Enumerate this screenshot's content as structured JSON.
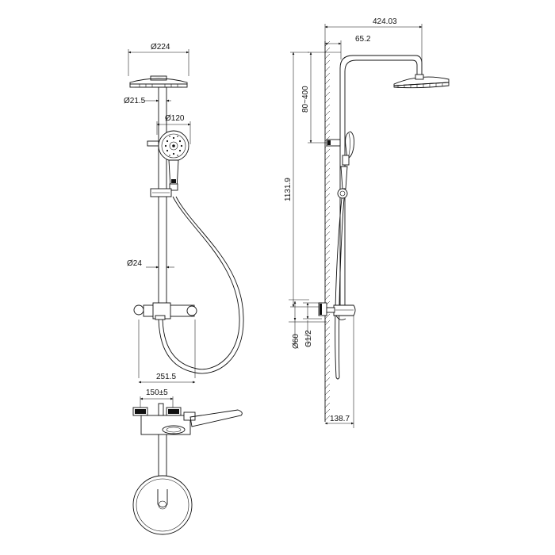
{
  "dimensions": {
    "head_diameter": "Ø224",
    "arm_diameter": "Ø21.5",
    "hand_shower_diameter": "Ø120",
    "rail_diameter": "Ø24",
    "mixer_width": "251.5",
    "inlet_spacing": "150±5",
    "total_projection": "424.03",
    "wall_offset": "65.2",
    "adjust_range": "80~400",
    "total_height": "1131.9",
    "escutcheon_diameter": "Ø60",
    "thread": "G1/2",
    "base_projection": "138.7"
  },
  "colors": {
    "line": "#111111",
    "background": "#ffffff"
  }
}
